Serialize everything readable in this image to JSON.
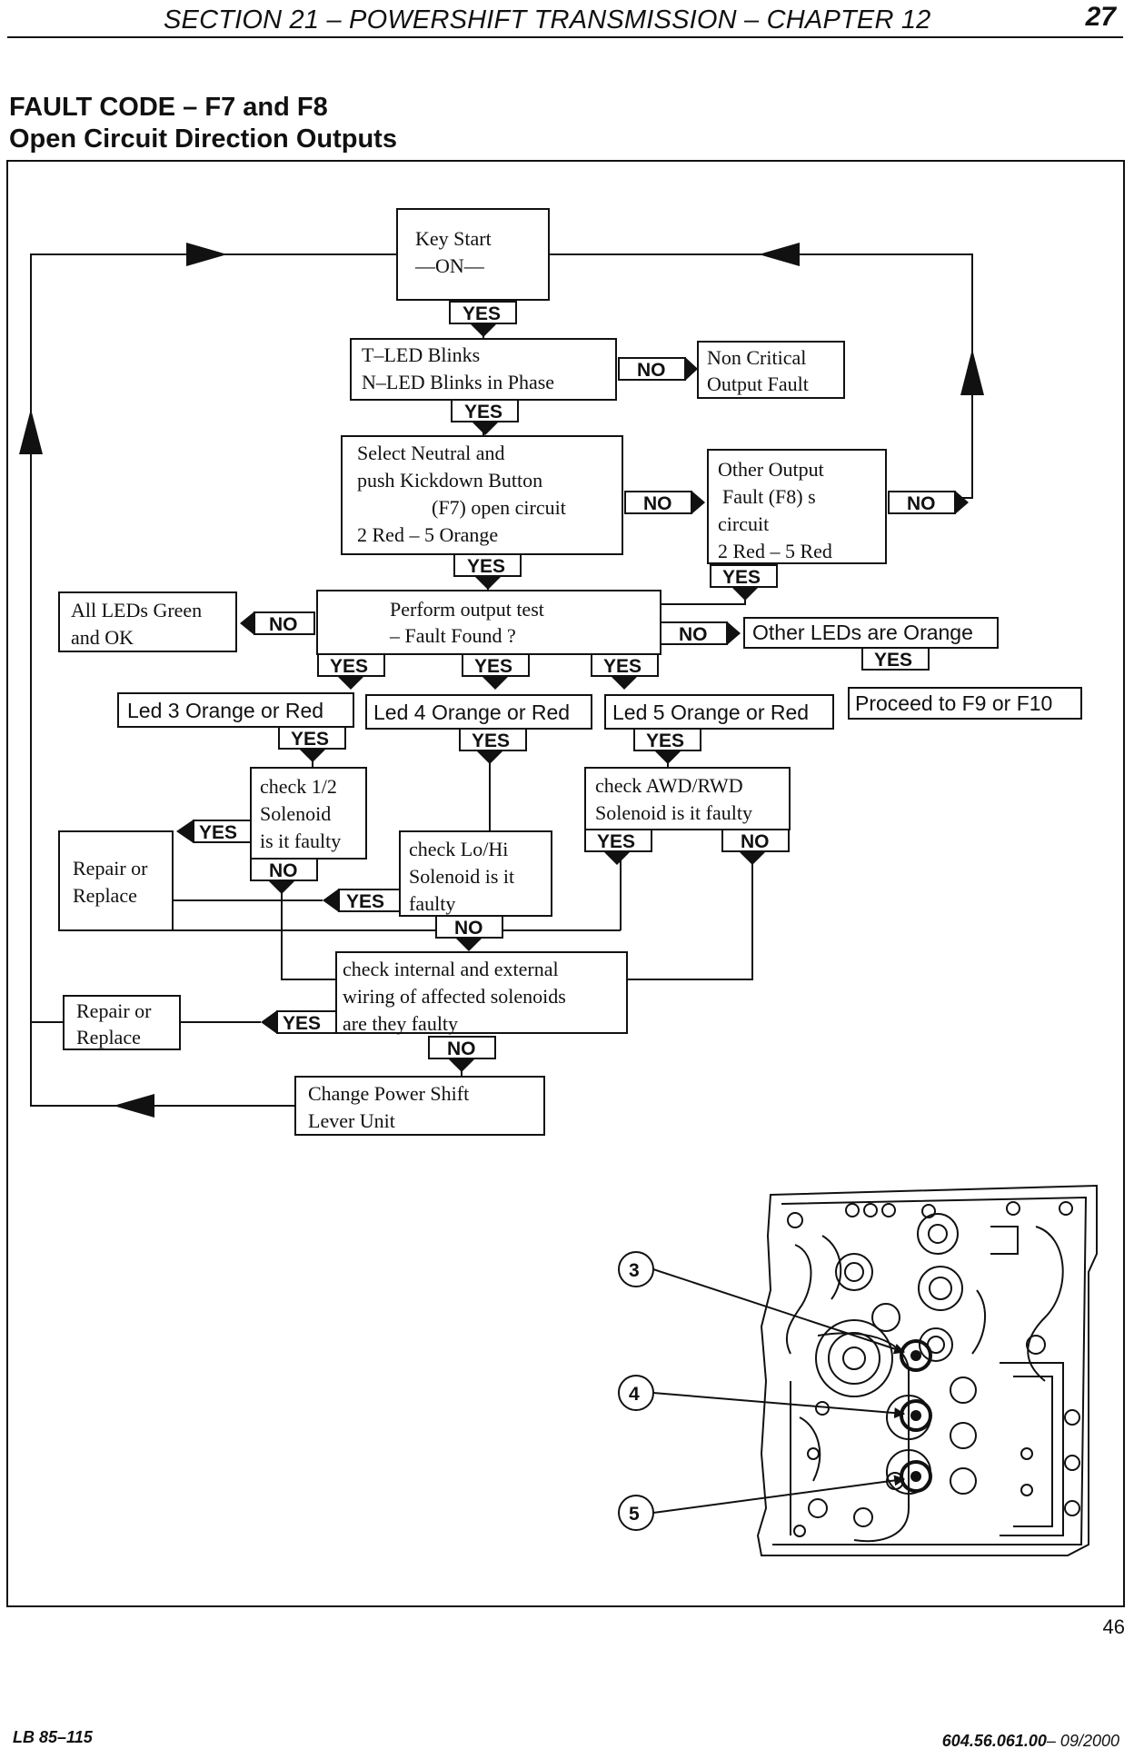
{
  "header": {
    "section": "SECTION 21 – POWERSHIFT TRANSMISSION – CHAPTER 12",
    "page": "27"
  },
  "title": {
    "line1": "FAULT CODE – F7 and F8",
    "line2": "Open Circuit Direction Outputs"
  },
  "flowchart": {
    "key_start": [
      "Key           Start",
      "—ON—"
    ],
    "tled": [
      "T–LED Blinks",
      "N–LED Blinks in Phase"
    ],
    "non_critical": [
      "Non Critical",
      "Output Fault"
    ],
    "select_neutral": [
      "Select Neutral and",
      "push Kickdown Button",
      "(F7) open circuit",
      "2 Red – 5 Orange"
    ],
    "other_output": [
      "Other Output",
      "Fault        (F8) s",
      "circuit",
      "2 Red – 5 Red"
    ],
    "all_leds": [
      "All LEDs Green",
      "and OK"
    ],
    "perform_test": [
      "Perform output test",
      "– Fault  Found ?"
    ],
    "other_leds": "Other LEDs are Orange",
    "proceed": "Proceed to F9 or F10",
    "led3": "Led 3 Orange or Red",
    "led4": "Led 4 Orange or Red",
    "led5": "Led 5 Orange or Red",
    "check12": [
      "check    1/2",
      "Solenoid",
      "is it faulty"
    ],
    "checklohi": [
      "check       Lo/Hi",
      "Solenoid    is    it",
      "faulty"
    ],
    "checkawd": [
      "check         AWD/RWD",
      "Solenoid is it faulty"
    ],
    "repair1": [
      "Repair or",
      "Replace"
    ],
    "check_wiring": [
      "check  internal  and  external",
      "wiring  of  affected  solenoids",
      "are they faulty"
    ],
    "repair2": [
      "Repair or",
      "Replace"
    ],
    "change_lever": [
      "Change Power Shift",
      "Lever Unit"
    ],
    "yes": "YES",
    "no": "NO"
  },
  "callouts": [
    "3",
    "4",
    "5"
  ],
  "figure_number": "46",
  "footer": {
    "left": "LB 85–115",
    "right_code": "604.56.061.00",
    "right_date": "– 09/2000"
  }
}
